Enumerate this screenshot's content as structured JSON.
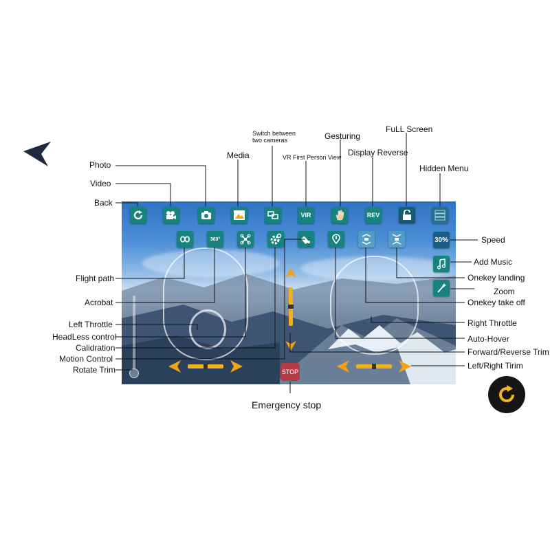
{
  "labels": {
    "photo": "Photo",
    "video": "Video",
    "back": "Back",
    "media": "Media",
    "switch_cameras": "Switch between\ntwo cameras",
    "vr": "VR First Person View",
    "gesturing": "Gesturing",
    "display_reverse": "Display Reverse",
    "full_screen": "FuLL Screen",
    "hidden_menu": "Hidden Menu",
    "speed": "Speed",
    "add_music": "Add Music",
    "onekey_landing": "Onekey landing",
    "zoom": "Zoom",
    "onekey_takeoff": "Onekey take off",
    "right_throttle": "Right Throttle",
    "auto_hover": "Auto-Hover",
    "fwd_rev_trim": "Forward/Reverse Trim",
    "left_right_trim": "Left/Right Tirim",
    "flight_path": "Flight path",
    "acrobat": "Acrobat",
    "left_throttle": "Left Throttle",
    "headless": "HeadLess control",
    "calibration": "Calidration",
    "motion_control": "Motion Control",
    "rotate_trim": "Rotate Trim",
    "emergency_stop": "Emergency stop"
  },
  "buttons": {
    "vr_text": "VIR",
    "rev_text": "REV",
    "speed_value": "30%",
    "stop_text": "STOP",
    "degree_text": "360°"
  },
  "colors": {
    "button_teal": "#16837f",
    "arrow_orange": "#f2a417",
    "stop_red": "#b23b46",
    "nav_dark": "#1c2a3f",
    "rotate_yellow": "#f2b619"
  }
}
